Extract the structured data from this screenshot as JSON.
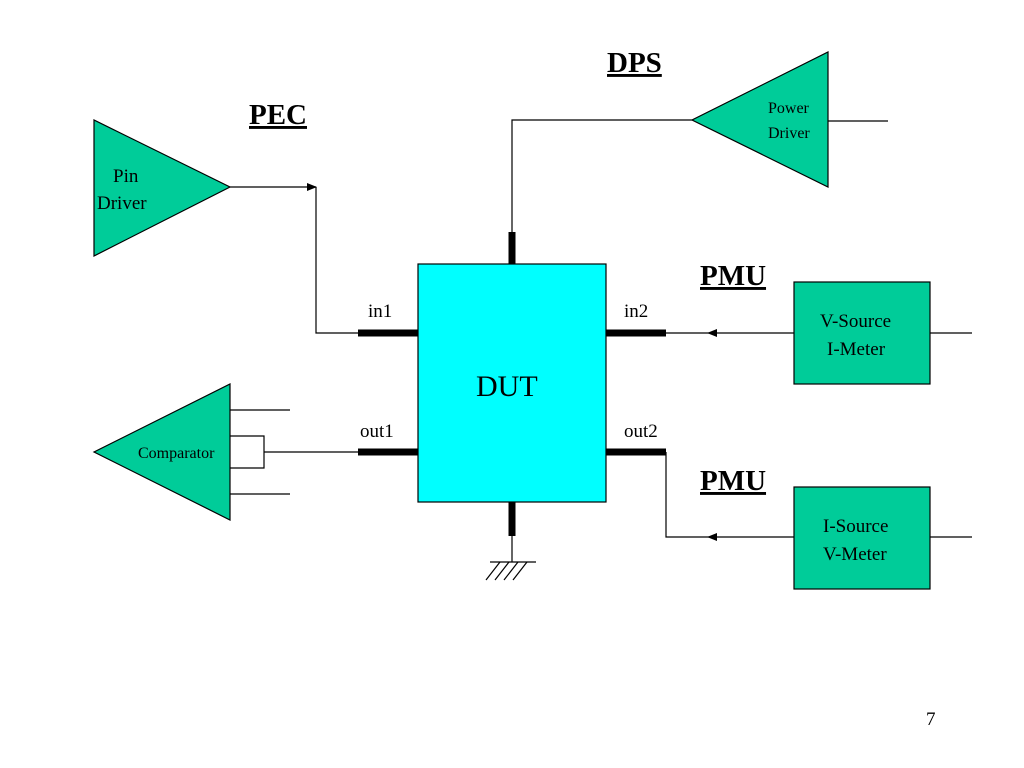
{
  "headings": {
    "pec": "PEC",
    "dps": "DPS",
    "pmu_top": "PMU",
    "pmu_bottom": "PMU"
  },
  "blocks": {
    "pin_driver": {
      "line1": "Pin",
      "line2": "Driver"
    },
    "power_driver": {
      "line1": "Power",
      "line2": "Driver"
    },
    "comparator": {
      "label": "Comparator"
    },
    "dut": {
      "label": "DUT"
    },
    "vsource": {
      "line1": "V-Source",
      "line2": "I-Meter"
    },
    "isource": {
      "line1": "I-Source",
      "line2": "V-Meter"
    }
  },
  "pins": {
    "in1": "in1",
    "in2": "in2",
    "out1": "out1",
    "out2": "out2"
  },
  "colors": {
    "block_fill": "#00cc99",
    "dut_fill": "#00ffff"
  },
  "page_number": "7"
}
